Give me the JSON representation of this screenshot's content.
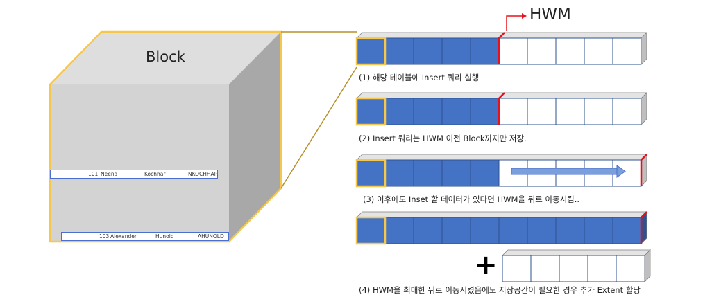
{
  "diagram": {
    "hwm_label": "HWM",
    "block_label": "Block",
    "rows": [
      {
        "id": "101",
        "first_name": "Neena",
        "last_name": "Kochhar",
        "email": "NKOCHHAR"
      },
      {
        "id": "103",
        "first_name": "Alexander",
        "last_name": "Hunold",
        "email": "AHUNOLD"
      }
    ],
    "steps": [
      {
        "caption": "(1) 해당 테이블에 Insert 쿼리 실행"
      },
      {
        "caption": "(2) Insert 쿼리는 HWM 이전 Block까지만 저장."
      },
      {
        "caption": "(3) 이후에도 Inset 할 데이터가 있다면 HWM을 뒤로 이동시킴.."
      },
      {
        "caption": "(4) HWM을 최대한 뒤로 이동시켰음에도 저장공간이 필요한 경우 추가 Extent 할당"
      }
    ],
    "plus_symbol": "+",
    "colors": {
      "used_block": "#4472c4",
      "free_block": "#ffffff",
      "hwm_line": "#e8101a",
      "highlight": "#f5c84c",
      "cube_front": "#d3d3d3",
      "cube_top": "#dedede",
      "cube_side": "#a8a8a8"
    }
  }
}
